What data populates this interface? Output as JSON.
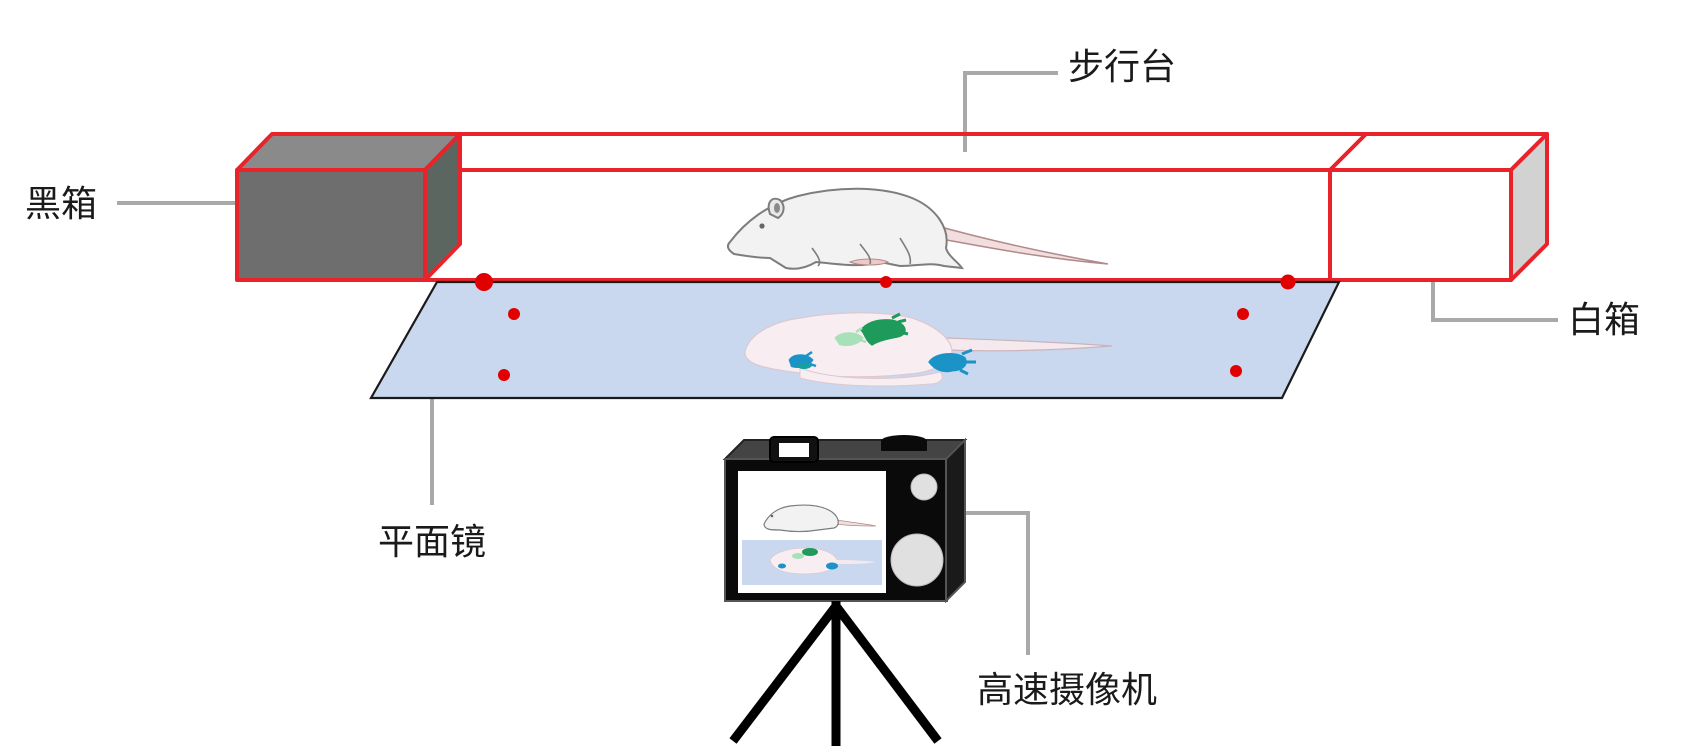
{
  "labels": {
    "walkway": "步行台",
    "black_box": "黑箱",
    "white_box": "白箱",
    "mirror": "平面镜",
    "camera": "高速摄像机"
  },
  "colors": {
    "outline_red": "#e8232a",
    "black_box_front": "#6e6e6e",
    "black_box_top": "#8a8a8a",
    "black_box_side": "#5c6660",
    "white_box_side": "#d2d2d2",
    "mirror_fill": "#c9d8ee",
    "marker_dot": "#e00000",
    "leader_line": "#a9a9a9",
    "paw_green": "#1e9a5a",
    "paw_light_green": "#a8e0b8",
    "paw_blue": "#1b93c7",
    "camera_body": "#0a0a0a",
    "camera_top": "#444444"
  },
  "icons": {
    "rat": "rat-side-view-icon",
    "rat_reflection": "rat-underside-reflection-icon",
    "camera": "camera-icon",
    "tripod": "tripod-icon"
  }
}
